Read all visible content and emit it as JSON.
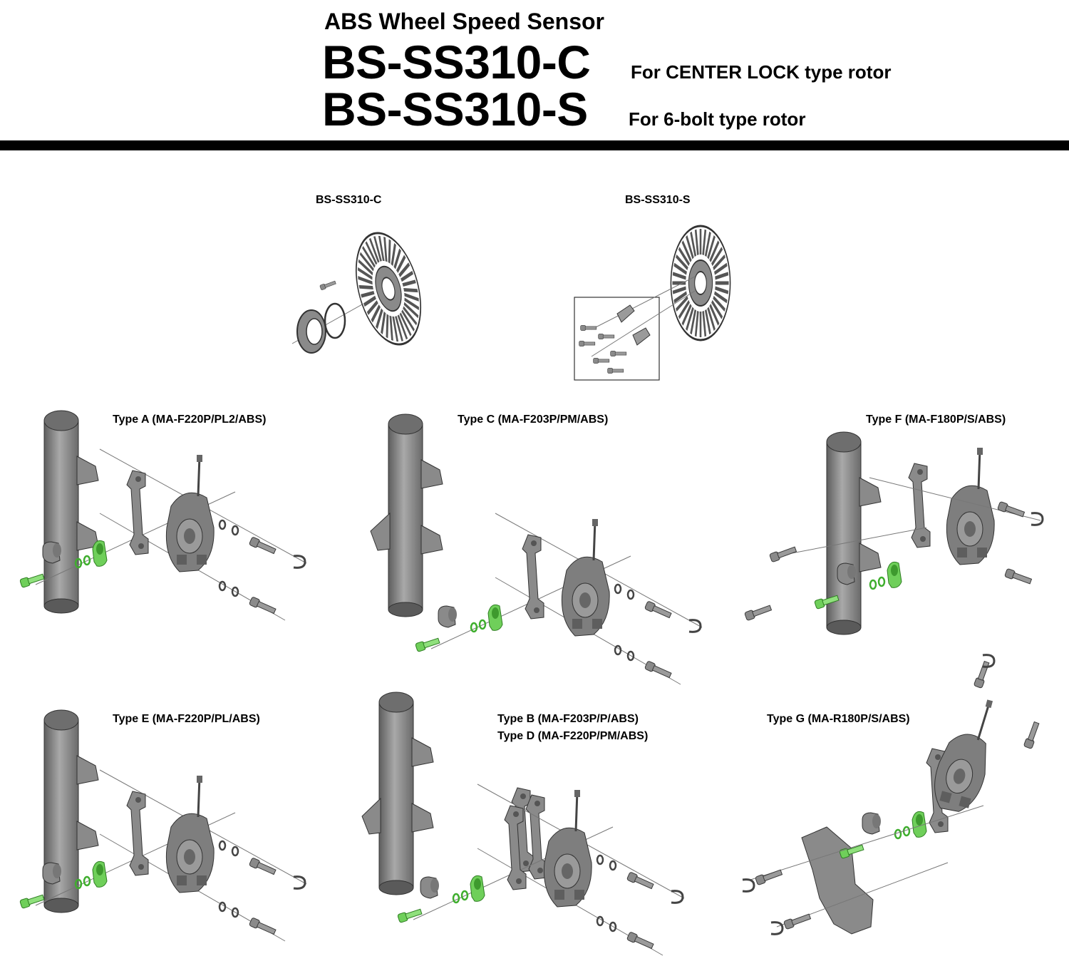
{
  "header": {
    "subtitle": "ABS Wheel Speed Sensor",
    "models": [
      {
        "code": "BS-SS310-C",
        "note": "For CENTER LOCK type rotor"
      },
      {
        "code": "BS-SS310-S",
        "note": "For 6-bolt type rotor"
      }
    ]
  },
  "rotors": [
    {
      "label": "BS-SS310-C"
    },
    {
      "label": "BS-SS310-S"
    }
  ],
  "mounts": [
    {
      "label": "Type A (MA-F220P/PL2/ABS)"
    },
    {
      "label": "Type C (MA-F203P/PM/ABS)"
    },
    {
      "label": "Type F (MA-F180P/S/ABS)"
    },
    {
      "label": "Type E (MA-F220P/PL/ABS)"
    },
    {
      "label": "Type B (MA-F203P/P/ABS)",
      "label2": "Type D (MA-F220P/PM/ABS)"
    },
    {
      "label": "Type G (MA-R180P/S/ABS)"
    }
  ],
  "colors": {
    "highlight": "#6fcf5a",
    "part": "#8a8a8a",
    "part_dark": "#5a5a5a",
    "line": "#777777"
  },
  "icons": [
    "rotor-icon",
    "lockring-icon",
    "fork-leg-icon",
    "adapter-icon",
    "caliper-icon",
    "sensor-icon",
    "bolt-icon",
    "washer-icon"
  ]
}
